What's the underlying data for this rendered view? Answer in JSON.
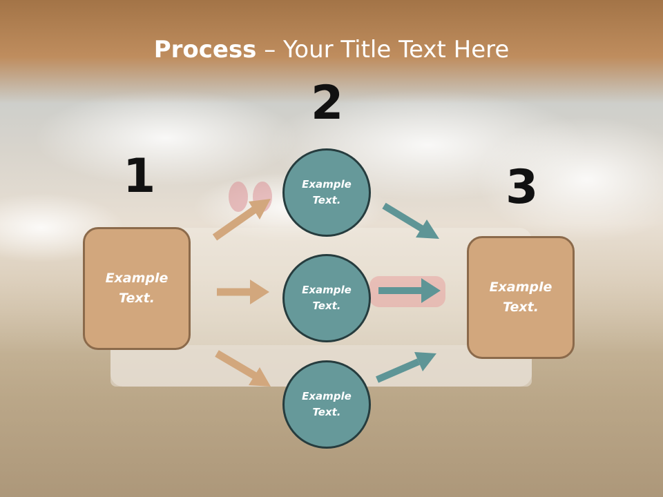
{
  "title": {
    "bold": "Process",
    "rest": " – Your Title Text Here"
  },
  "steps": {
    "one": "1",
    "two": "2",
    "three": "3"
  },
  "left_box": {
    "line1": "Example",
    "line2": "Text."
  },
  "right_box": {
    "line1": "Example",
    "line2": "Text."
  },
  "circles": [
    {
      "line1": "Example",
      "line2": "Text."
    },
    {
      "line1": "Example",
      "line2": "Text."
    },
    {
      "line1": "Example",
      "line2": "Text."
    }
  ],
  "colors": {
    "box_fill": "#d2a77d",
    "circle_fill": "#66999a",
    "tan_arrow": "#d2a77d",
    "teal_arrow": "#5e9596",
    "title_band": "#b7875a"
  }
}
